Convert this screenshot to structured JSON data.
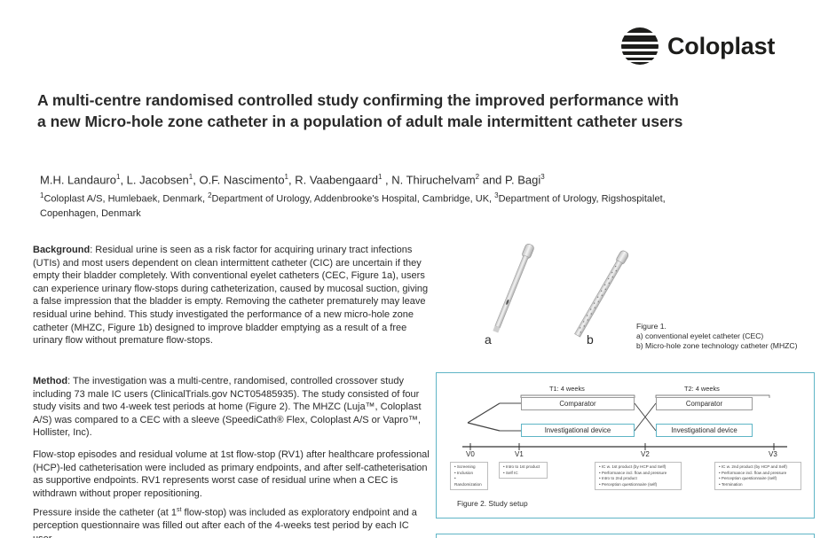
{
  "brand": {
    "name": "Coloplast"
  },
  "title": {
    "line1": "A multi-centre randomised controlled study confirming the improved performance with",
    "line2": "a new Micro-hole zone catheter in a population of adult male intermittent catheter users"
  },
  "authors": {
    "a1": "M.H. Landauro",
    "a2": ", L. Jacobsen",
    "a3": ", O.F. Nascimento",
    "a4": ", R. Vaabengaard",
    "a5": " , N. Thiruchelvam",
    "a6": " and P. Bagi",
    "s1": "1",
    "s2": "1",
    "s3": "1",
    "s4": "1",
    "s5": "2",
    "s6": "3"
  },
  "affiliations": {
    "s1": "1",
    "t1": "Coloplast A/S, Humlebaek, Denmark, ",
    "s2": "2",
    "t2": "Department of Urology, Addenbrooke's Hospital, Cambridge, UK, ",
    "s3": "3",
    "t3": "Department of Urology, Rigshospitalet,",
    "t4": "Copenhagen, Denmark"
  },
  "background": {
    "heading": "Background",
    "text": ": Residual urine is seen as a risk factor for acquiring urinary tract infections (UTIs) and most users dependent on clean intermittent catheter (CIC) are uncertain if they empty their bladder completely. With conventional eyelet catheters (CEC, Figure 1a), users can experience urinary flow-stops during catheterization, caused by mucosal suction, giving a false impression that the bladder is empty. Removing the catheter prematurely may leave residual urine behind. This study investigated the performance of a new micro-hole zone catheter (MHZC, Figure 1b) designed to improve bladder emptying as a result of a free urinary flow without premature flow-stops."
  },
  "method": {
    "heading": "Method",
    "text": ": The investigation was a multi-centre, randomised, controlled crossover study including 73 male IC users (ClinicalTrials.gov NCT05485935). The study consisted of four study visits and two 4-week test periods at home (Figure 2). The MHZC (Luja™, Coloplast A/S) was compared to a CEC with a sleeve (SpeediCath® Flex, Coloplast A/S or Vapro™, Hollister, Inc)."
  },
  "flowstop": {
    "text": "Flow-stop episodes and residual volume at 1st flow-stop (RV1) after healthcare professional (HCP)-led catheterisation were included as primary endpoints, and after self-catheterisation as supportive endpoints. RV1 represents worst case of residual urine when a CEC is withdrawn without proper repositioning."
  },
  "pressure": {
    "t1": "Pressure inside the catheter (at 1",
    "sup": "st",
    "t2": " flow-stop) was included as exploratory endpoint and a perception questionnaire was filled out after each of the 4-weeks test period by each IC user."
  },
  "figure1": {
    "label_a": "a",
    "label_b": "b",
    "caption_title": "Figure 1.",
    "caption_a": "a) conventional eyelet catheter (CEC)",
    "caption_b": "b) Micro-hole zone technology catheter (MHZC)"
  },
  "figure2": {
    "caption": "Figure 2. Study setup",
    "t1": "T1: 4 weeks",
    "t2": "T2: 4 weeks",
    "comparator": "Comparator",
    "investigational": "Investigational device",
    "visits": [
      "V0",
      "V1",
      "V2",
      "V3"
    ],
    "v0_items": [
      "Screening",
      "Inclusion",
      "Randomization"
    ],
    "v1_items": [
      "Intro to 1st product",
      "Self IC"
    ],
    "v2_items": [
      "IC w. 1st product (by HCP and Self)",
      "Performance incl. flow and pressure",
      "Intro to 2nd product",
      "Perception questionnaire (self)"
    ],
    "v3_items": [
      "IC w. 2nd product (by HCP and Self)",
      "Performance incl. flow and pressure",
      "Perception questionnaire (self)",
      "Termination"
    ]
  },
  "colors": {
    "accent_teal": "#5fb5c6",
    "text": "#2b2b2b",
    "logo": "#1d1d1b"
  }
}
